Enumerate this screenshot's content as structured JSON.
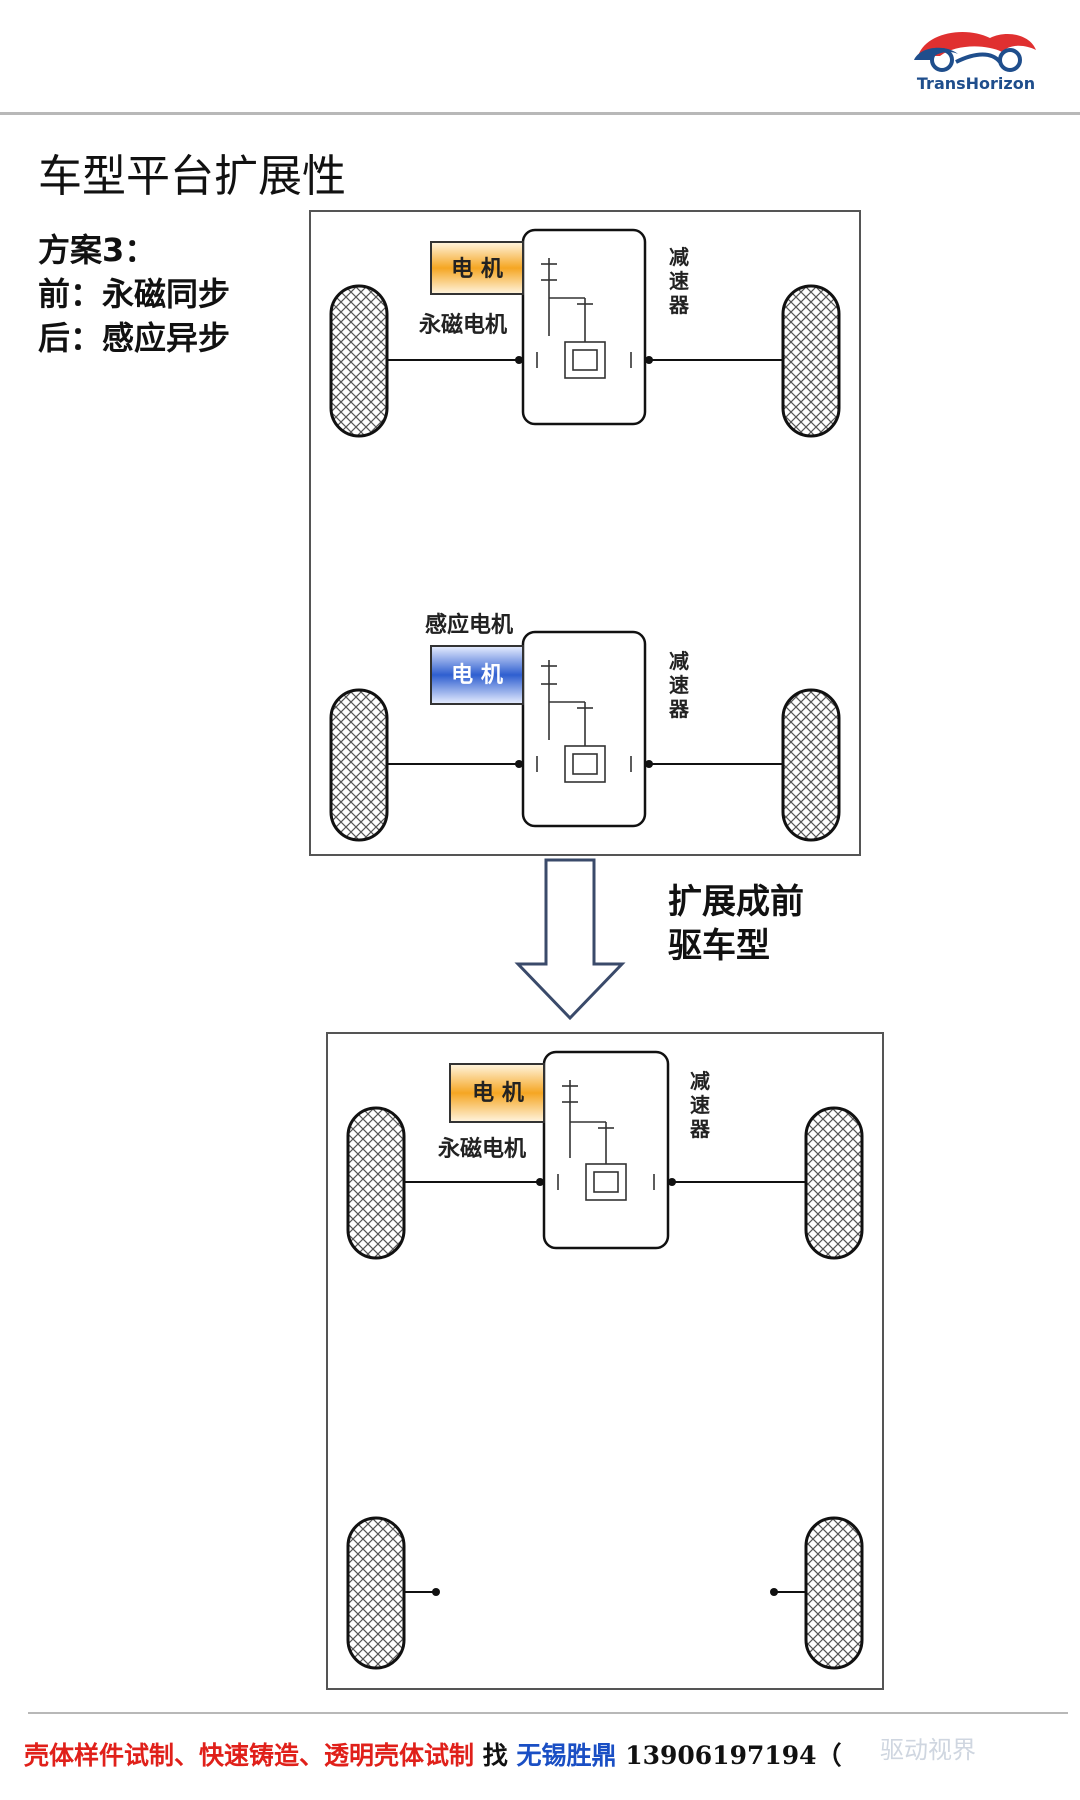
{
  "header": {
    "logo_text": "TransHorizon",
    "page_title": "车型平台扩展性"
  },
  "scheme": {
    "line1": "方案3：",
    "line2": "前：永磁同步",
    "line3": "后：感应异步"
  },
  "diagram_top": {
    "front_axle": {
      "motor_label": "电 机",
      "motor_type": "永磁电机",
      "reducer_label": "减速器",
      "motor_color": "#f5a623"
    },
    "rear_axle": {
      "motor_label": "电 机",
      "motor_type": "感应电机",
      "reducer_label": "减速器",
      "motor_color": "#2f5fd0"
    }
  },
  "arrow": {
    "label_line1": "扩展成前",
    "label_line2": "驱车型"
  },
  "diagram_bottom": {
    "front_axle": {
      "motor_label": "电 机",
      "motor_type": "永磁电机",
      "reducer_label": "减速器",
      "motor_color": "#f5a623"
    }
  },
  "footer": {
    "part1": "壳体样件试制、快速铸造、透明壳体试制",
    "part2": "找",
    "part3": "无锡胜鼎",
    "part4": "13906197194（",
    "watermark": "驱动视界"
  }
}
